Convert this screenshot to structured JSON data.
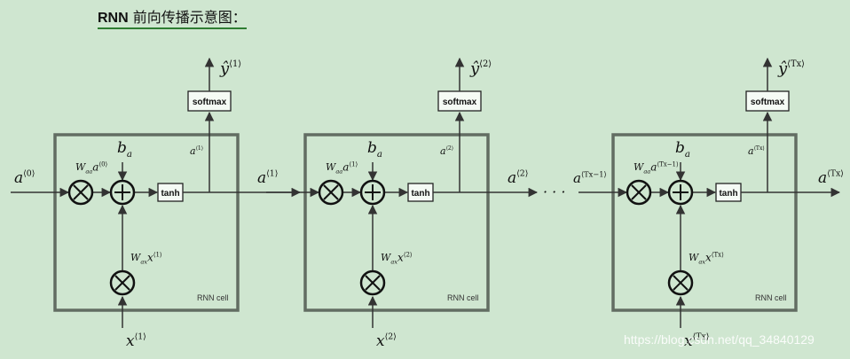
{
  "heading": {
    "rnn": "RNN",
    "rest": " 前向传播示意图："
  },
  "cells": [
    {
      "id": "1",
      "a_in": "a",
      "a_in_sup": "⟨0⟩",
      "waa_term_sup": "⟨0⟩",
      "x_sup": "⟨1⟩",
      "y_sup": "⟨1⟩",
      "a_out_inner_sup": "⟨1⟩",
      "a_out_sup": "⟨1⟩",
      "wax_sup": "⟨1⟩"
    },
    {
      "id": "2",
      "a_in_sup": "⟨1⟩",
      "waa_term_sup": "⟨1⟩",
      "x_sup": "⟨2⟩",
      "y_sup": "⟨2⟩",
      "a_out_inner_sup": "⟨2⟩",
      "a_out_sup": "⟨2⟩",
      "wax_sup": "⟨2⟩"
    },
    {
      "id": "3",
      "a_in_sup": "⟨Tx−1⟩",
      "waa_term_sup": "⟨Tx−1⟩",
      "x_sup": "⟨Tx⟩",
      "y_sup": "⟨Tx⟩",
      "a_out_inner_sup": "⟨Tx⟩",
      "a_out_sup": "⟨Tx⟩",
      "wax_sup": "⟨Tx⟩"
    }
  ],
  "labels": {
    "softmax": "softmax",
    "tanh": "tanh",
    "rnn_cell": "RNN cell",
    "ellipsis": "· · ·",
    "a": "a",
    "b": "b",
    "b_sub": "a",
    "x": "x",
    "y_hat": "ŷ",
    "W": "W",
    "Waa_sub": "aa",
    "Wax_sub": "ax"
  },
  "watermark": "https://blog.csdn.net/qq_34840129"
}
